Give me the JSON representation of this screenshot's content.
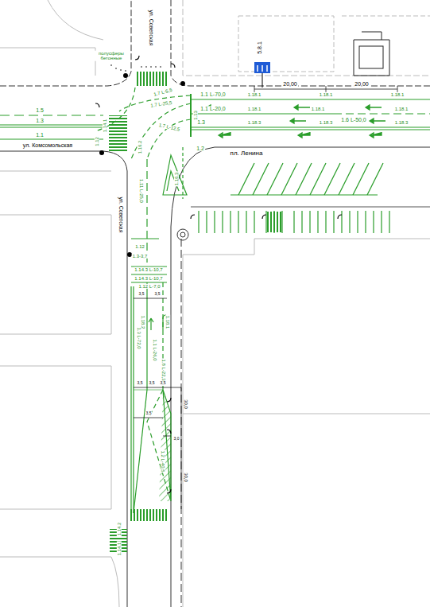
{
  "diagram": {
    "labels": [
      "ул. Советская",
      "полусферы бетонные",
      "5.8.1",
      "20,00",
      "20,00",
      "1.1 L-70,0",
      "1.18.1",
      "1.18.1",
      "1.18.1",
      "1.1 L-20,0",
      "1.18.1",
      "1.18.1",
      "1.6 L-50,0",
      "1.18.1",
      "1.3",
      "1.18.3",
      "1.18.3",
      "1.18.3",
      "1.13",
      "1.7 L-5,5",
      "1.7 L-25,5",
      "1.7 L-12,5",
      "1.5",
      "1.3",
      "1.1",
      "ул. Комсомольская",
      "1.12",
      "1.14.1",
      "1.2",
      "пл. Ленина",
      "1.16.3",
      "1.16.2",
      "ул. Советская",
      "1.11 L-25,0",
      "1.12",
      "1.3-3,7",
      "1.14.3 L-10,7",
      "1.14.3 L-10,7",
      "1.12 L-7,0",
      "3,5",
      "3,5",
      "1.1 L-26,0",
      "1.18.2",
      "1.18.1",
      "1.3 L-72,0",
      "1.8 L-22,3",
      "3,5",
      "3,5",
      "3,5",
      "30,0",
      "3,5",
      "3,0",
      "1.2 L-40,5",
      "30,0",
      "1.14.2",
      "1.14.1"
    ]
  }
}
